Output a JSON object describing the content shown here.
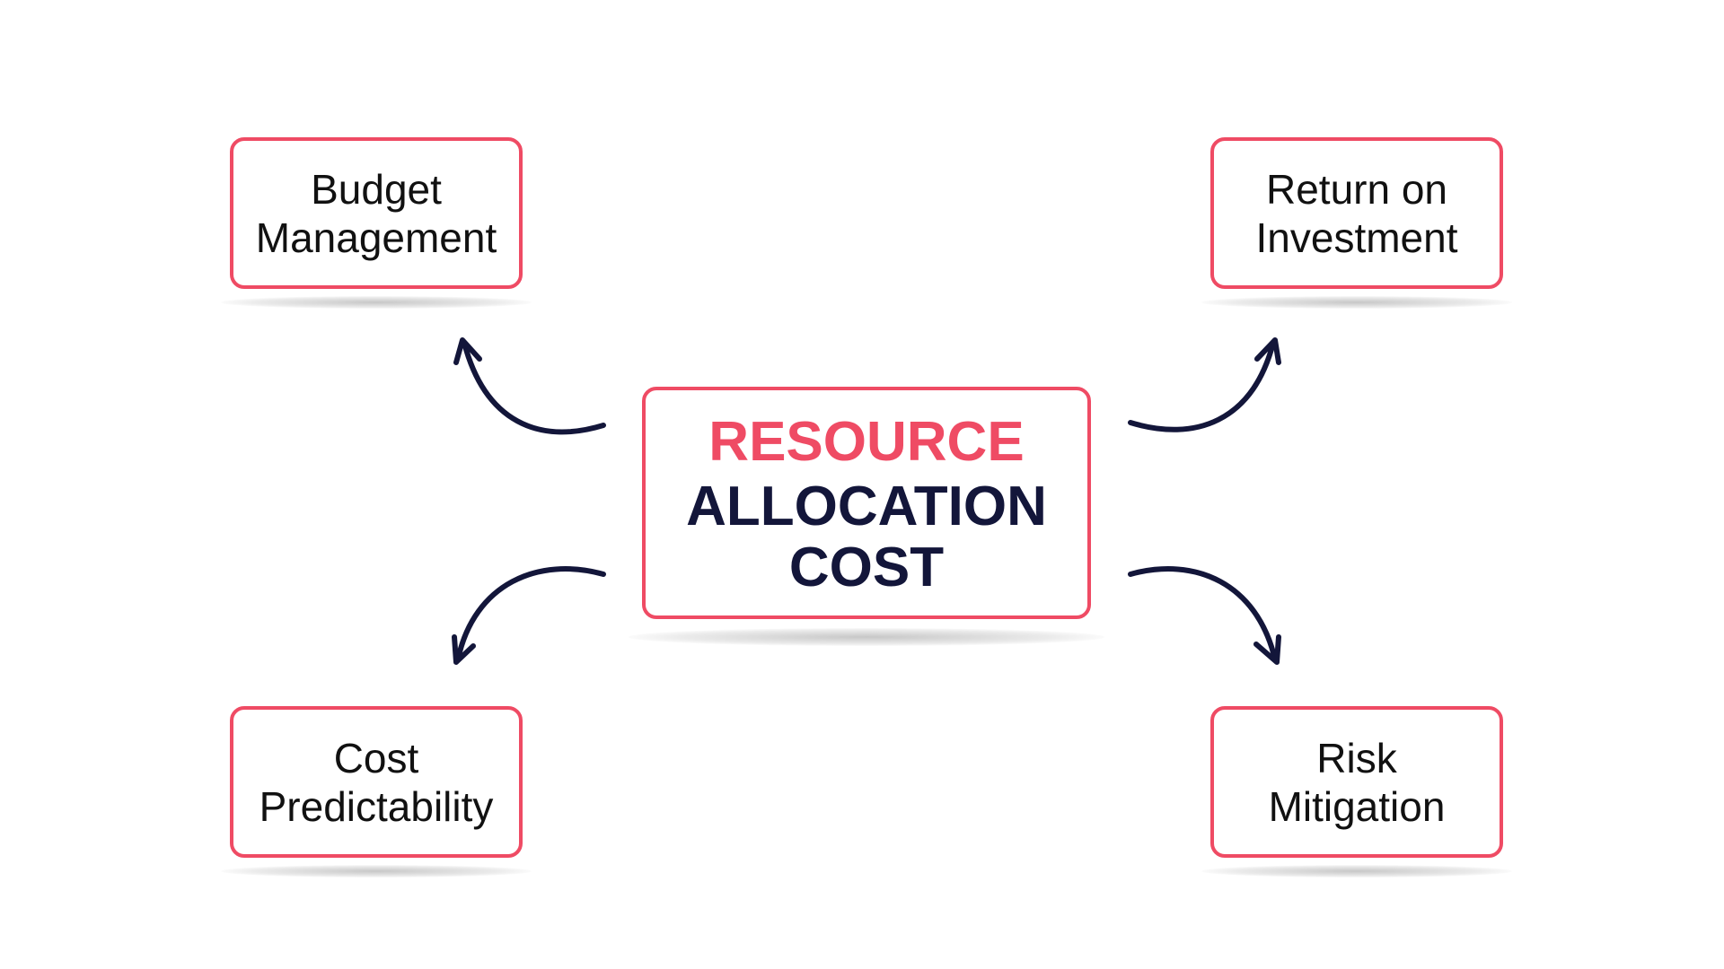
{
  "center": {
    "line1": "RESOURCE",
    "line2": "ALLOCATION",
    "line3": "COST"
  },
  "nodes": [
    {
      "line1": "Budget",
      "line2": "Management"
    },
    {
      "line1": "Return on",
      "line2": "Investment"
    },
    {
      "line1": "Cost",
      "line2": "Predictability"
    },
    {
      "line1": "Risk",
      "line2": "Mitigation"
    }
  ],
  "colors": {
    "accent": "#ef4b64",
    "dark": "#13163a"
  }
}
